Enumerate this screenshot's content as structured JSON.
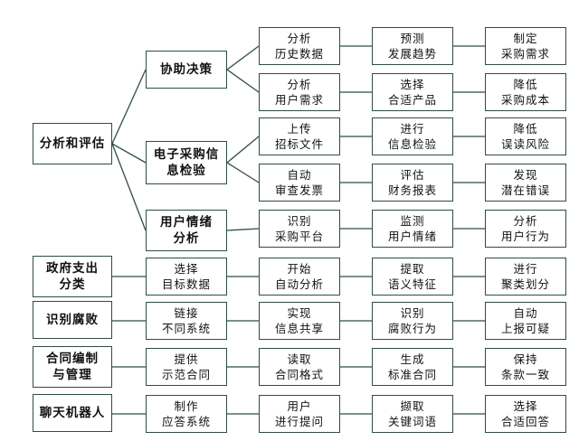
{
  "diagram": {
    "root": "分析和评估",
    "branches": [
      {
        "label": "协助决策",
        "rows": [
          [
            "分析\n历史数据",
            "预测\n发展趋势",
            "制定\n采购需求"
          ],
          [
            "分析\n用户需求",
            "选择\n合适产品",
            "降低\n采购成本"
          ]
        ]
      },
      {
        "label": "电子采购信\n息检验",
        "rows": [
          [
            "上传\n招标文件",
            "进行\n信息检验",
            "降低\n误读风险"
          ],
          [
            "自动\n审查发票",
            "评估\n财务报表",
            "发现\n潜在错误"
          ]
        ]
      },
      {
        "label": "用户情绪\n分析",
        "rows": [
          [
            "识别\n采购平台",
            "监测\n用户情绪",
            "分析\n用户行为"
          ]
        ]
      }
    ],
    "standalone": [
      {
        "label": "政府支出\n分类",
        "steps": [
          "选择\n目标数据",
          "开始\n自动分析",
          "提取\n语义特征",
          "进行\n聚类划分"
        ]
      },
      {
        "label": "识别腐败",
        "steps": [
          "链接\n不同系统",
          "实现\n信息共享",
          "识别\n腐败行为",
          "自动\n上报可疑"
        ]
      },
      {
        "label": "合同编制\n与管理",
        "steps": [
          "提供\n示范合同",
          "读取\n合同格式",
          "生成\n标准合同",
          "保持\n条款一致"
        ]
      },
      {
        "label": "聊天机器人",
        "steps": [
          "制作\n应答系统",
          "用户\n进行提问",
          "撷取\n关键词语",
          "选择\n合适回答"
        ]
      }
    ]
  }
}
